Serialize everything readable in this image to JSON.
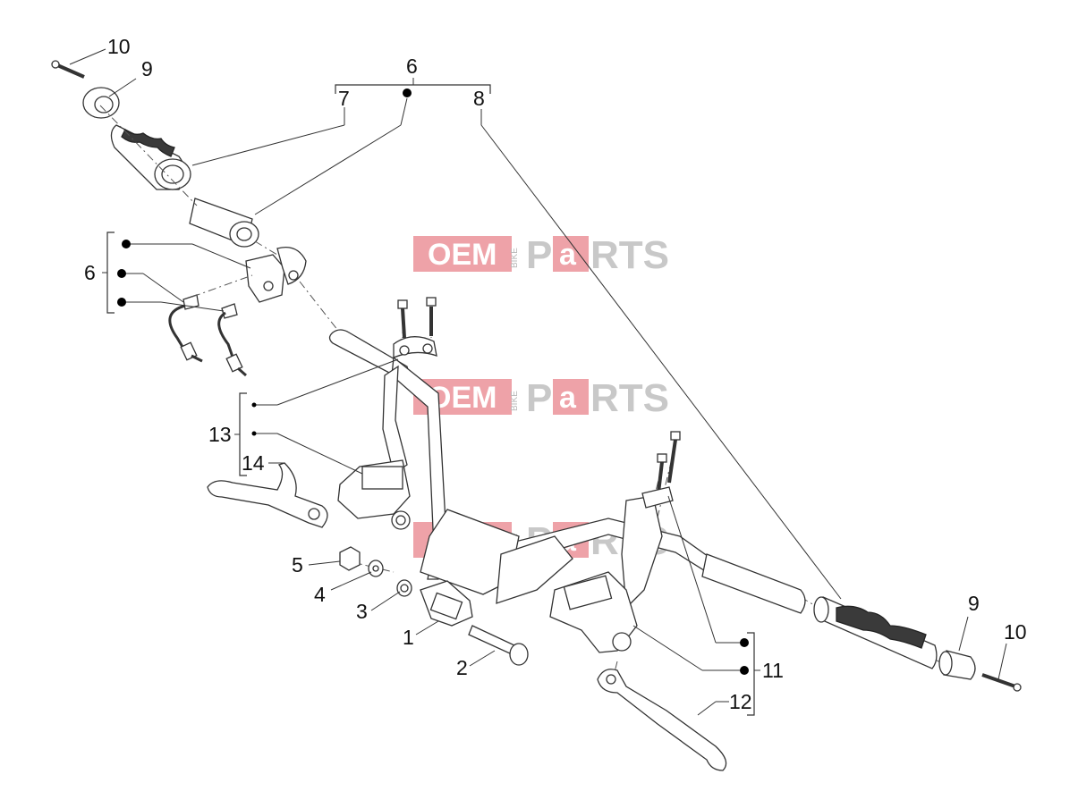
{
  "watermark": {
    "brand_left": "OEM",
    "brand_small": "BIKE",
    "brand_p": "P",
    "brand_a": "a",
    "brand_right": "RTS",
    "accent_color": "#e05560"
  },
  "callouts": {
    "c1": "1",
    "c2": "2",
    "c3": "3",
    "c4": "4",
    "c5": "5",
    "c6_top": "6",
    "c6_left": "6",
    "c7": "7",
    "c8": "8",
    "c9_left": "9",
    "c9_right": "9",
    "c10_left": "10",
    "c10_right": "10",
    "c11": "11",
    "c12": "12",
    "c13": "13",
    "c14": "14"
  }
}
